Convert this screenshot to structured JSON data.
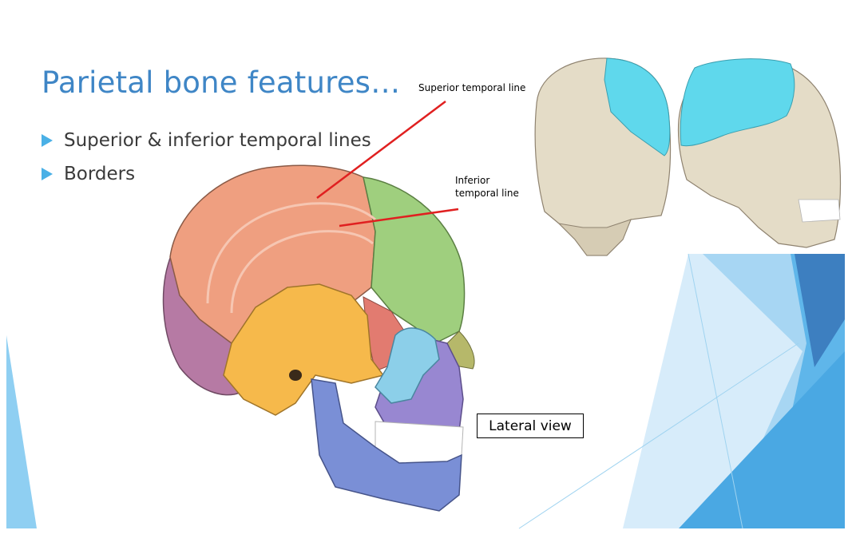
{
  "slide": {
    "title": "Parietal bone features…",
    "bullets": [
      {
        "label": "Superior & inferior temporal lines"
      },
      {
        "label": "Borders"
      }
    ]
  },
  "annotations": {
    "superior": "Superior temporal line",
    "inferior_line1": "Inferior",
    "inferior_line2": "temporal line",
    "view_label": "Lateral view"
  },
  "colors": {
    "title": "#3f86c6",
    "bullet_arrow": "#4ab0e6",
    "parietal": "#ef9f80",
    "frontal": "#9fcf7e",
    "temporal": "#f6b94b",
    "occipital": "#b67aa4",
    "sphenoid": "#e27b70",
    "zygomatic": "#8ccfe9",
    "maxilla": "#9887d1",
    "mandible": "#7a8fd6",
    "pointer_lines": "#e02020",
    "highlight_posterior": "#5fd8ec"
  }
}
